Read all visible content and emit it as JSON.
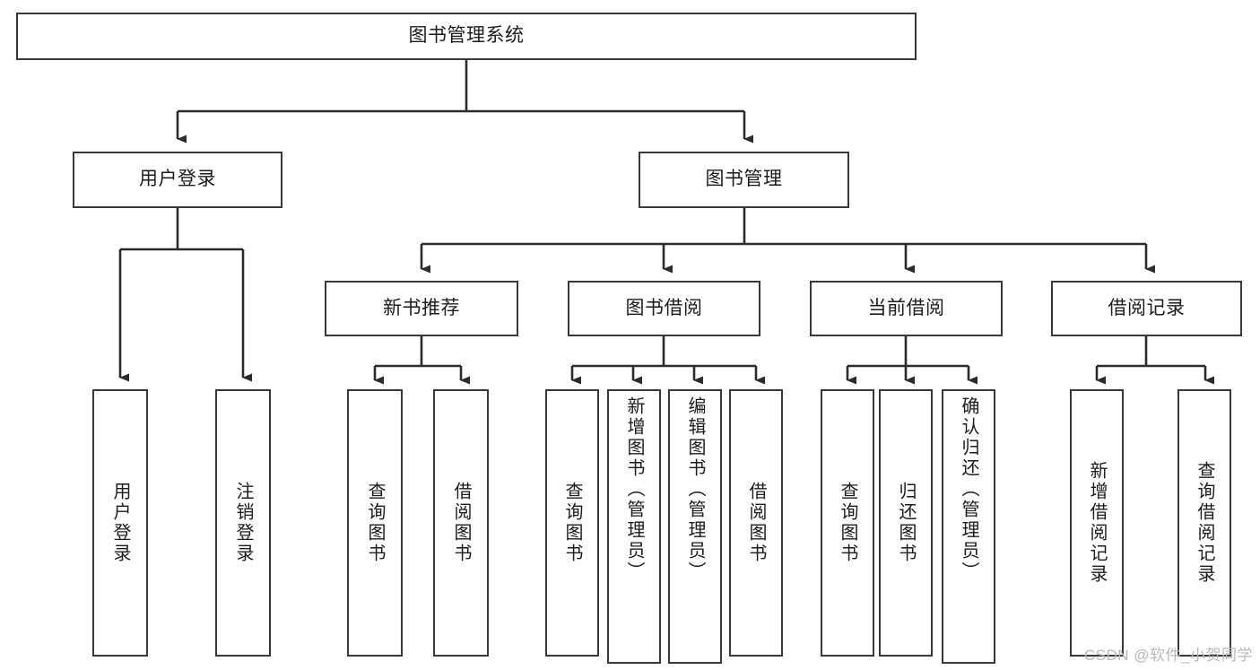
{
  "diagram": {
    "type": "tree",
    "title": "图书管理系统",
    "watermark": "CSDN @软件_小贺同学",
    "colors": {
      "box_border": "#3a3a3a",
      "box_fill": "#ffffff",
      "connector": "#2b2b2b",
      "text": "#1c1c1c",
      "watermark": "#b9b9b9"
    },
    "nodes": {
      "root": {
        "label": "图书管理系统"
      },
      "level2": [
        {
          "label": "用户登录"
        },
        {
          "label": "图书管理"
        }
      ],
      "level3": [
        {
          "label": "新书推荐"
        },
        {
          "label": "图书借阅"
        },
        {
          "label": "当前借阅"
        },
        {
          "label": "借阅记录"
        }
      ],
      "leaves": {
        "user_login": [
          {
            "label": "用户登录"
          },
          {
            "label": "注销登录"
          }
        ],
        "new_book": [
          {
            "label": "查询图书"
          },
          {
            "label": "借阅图书"
          }
        ],
        "book_borrow": [
          {
            "label": "查询图书"
          },
          {
            "label": "新增图书（管理员）"
          },
          {
            "label": "编辑图书（管理员）"
          },
          {
            "label": "借阅图书"
          }
        ],
        "current_borrow": [
          {
            "label": "查询图书"
          },
          {
            "label": "归还图书"
          },
          {
            "label": "确认归还（管理员）"
          }
        ],
        "borrow_record": [
          {
            "label": "新增借阅记录"
          },
          {
            "label": "查询借阅记录"
          }
        ]
      }
    }
  }
}
